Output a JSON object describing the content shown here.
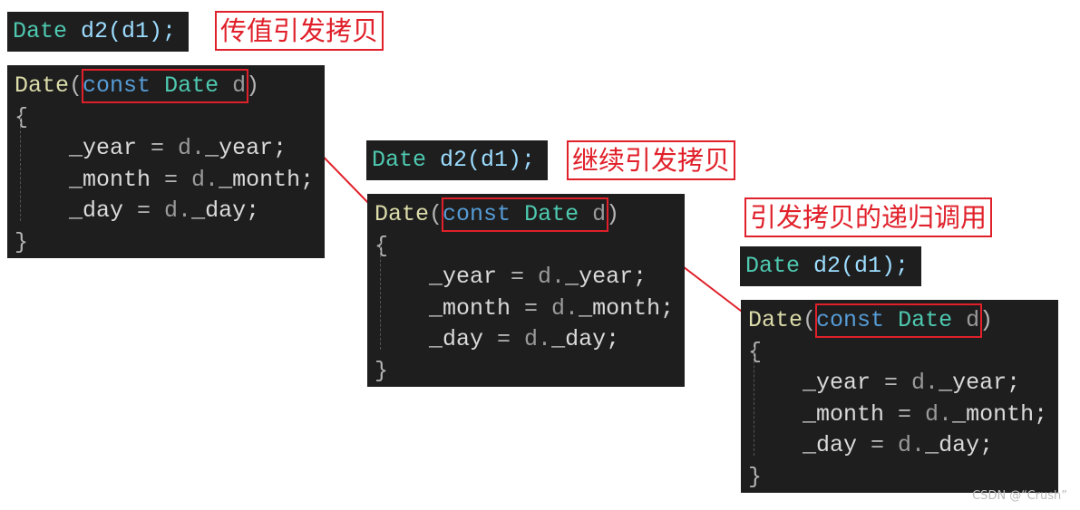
{
  "colors": {
    "accent": "#e0202a",
    "editor_bg": "#1e1e1e"
  },
  "call": {
    "type": "Date",
    "rest": "d2(d1);"
  },
  "ctor": {
    "name": "Date",
    "open": "(",
    "kw": "const",
    "type": "Date",
    "param": "d",
    "close": ")",
    "brace_open": "{",
    "brace_close": "}",
    "lines": [
      {
        "lhs": "_year",
        "op": " = ",
        "obj": "d.",
        "field": "_year;"
      },
      {
        "lhs": "_month",
        "op": " = ",
        "obj": "d.",
        "field": "_month;"
      },
      {
        "lhs": "_day",
        "op": " = ",
        "obj": "d.",
        "field": "_day;"
      }
    ]
  },
  "labels": [
    "传值引发拷贝",
    "继续引发拷贝",
    "引发拷贝的递归调用"
  ],
  "watermark": "CSDN @“Crush”"
}
